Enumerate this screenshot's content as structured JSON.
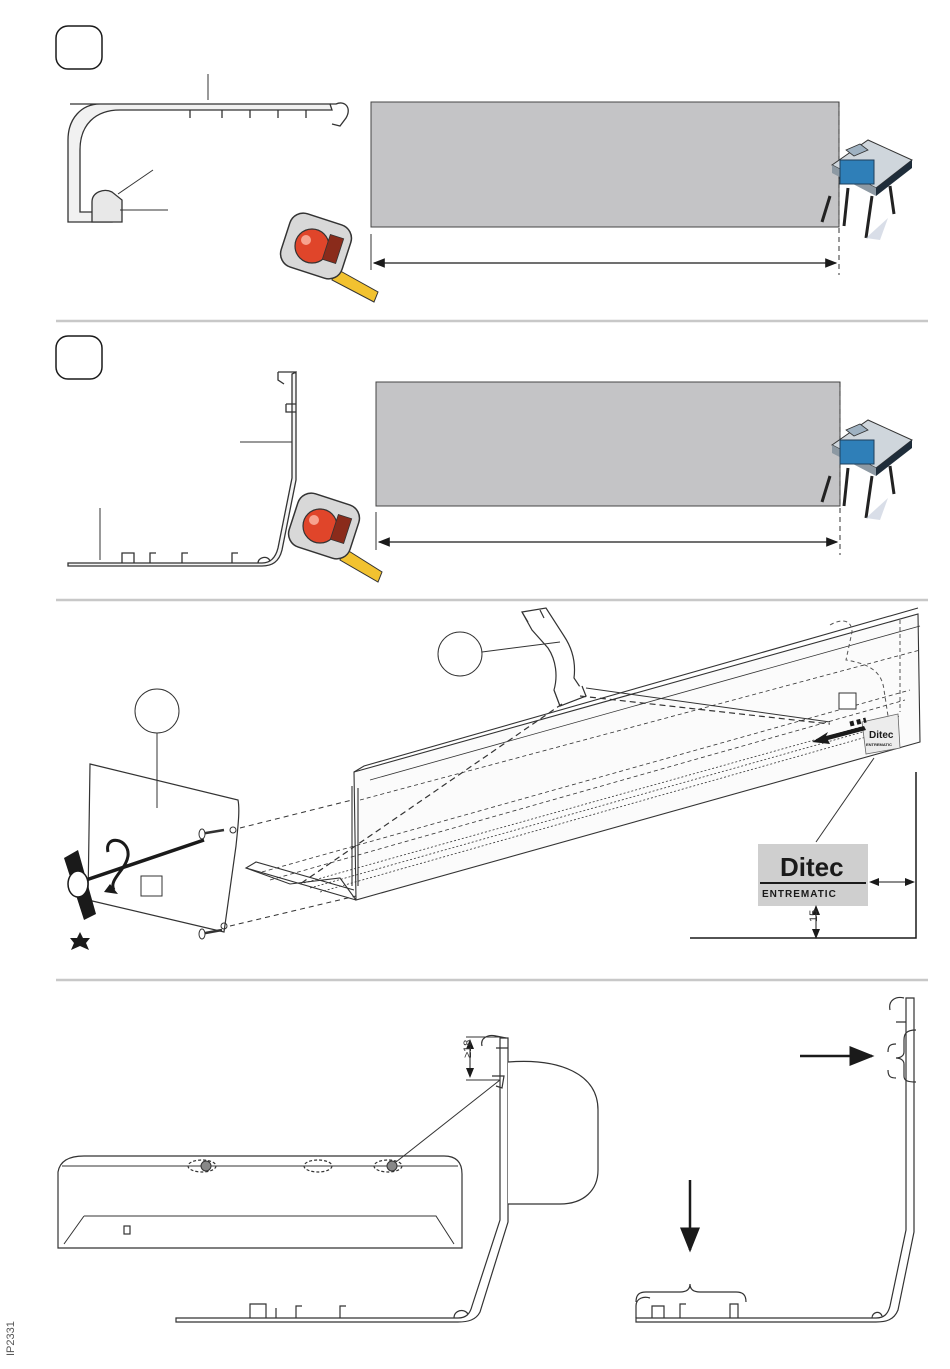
{
  "document_code": "IP2331",
  "panel_3": {
    "logo": {
      "brand": "Ditec",
      "sub": "ENTREMATIC",
      "accent_color": "#cfcfcf"
    },
    "dimension_15": "15"
  },
  "panel_4": {
    "dimension_min": "≥18"
  },
  "colors": {
    "plate_fill": "#c4c4c6",
    "separator": "#c8c8c8",
    "saw_blue": "#2f7fb8",
    "tape_red": "#e0452a",
    "tape_yellow": "#f2c230"
  }
}
